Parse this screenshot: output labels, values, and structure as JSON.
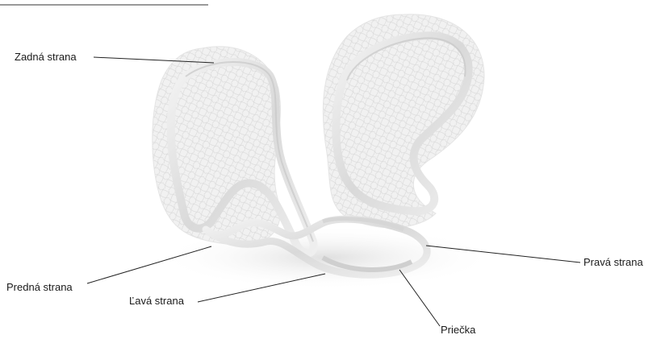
{
  "labels": {
    "back_side": "Zadná strana",
    "front_side": "Predná strana",
    "left_side": "Ľavá strana",
    "right_side": "Pravá strana",
    "crossbar": "Priečka"
  }
}
